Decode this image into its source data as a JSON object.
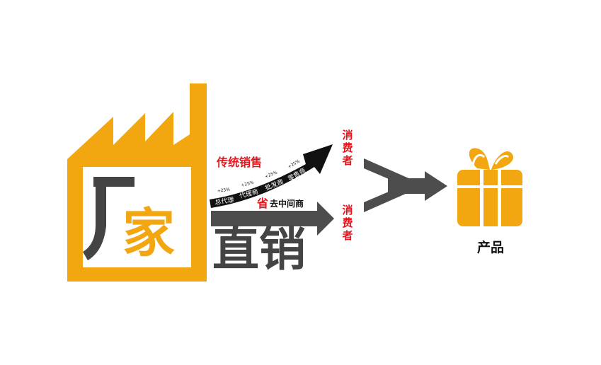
{
  "factory": {
    "label_line1": "厂",
    "label_line2": "家"
  },
  "direct_sale": {
    "label": "直销",
    "prefix_mark": "省",
    "subtitle": "去中间商"
  },
  "traditional": {
    "title": "传统销售",
    "stages": [
      {
        "name": "总代理",
        "markup": "+25%"
      },
      {
        "name": "代理商",
        "markup": "+25%"
      },
      {
        "name": "批发商",
        "markup": "+25%"
      },
      {
        "name": "零售商",
        "markup": "+25%"
      }
    ]
  },
  "consumer_top": "消费者",
  "consumer_bottom": "消费者",
  "product_label": "产品",
  "colors": {
    "factory_orange": "#F2A60F",
    "dark_gray": "#444444",
    "red": "#E8141B",
    "black": "#111111",
    "chevron_gray": "#4D4D4D"
  }
}
